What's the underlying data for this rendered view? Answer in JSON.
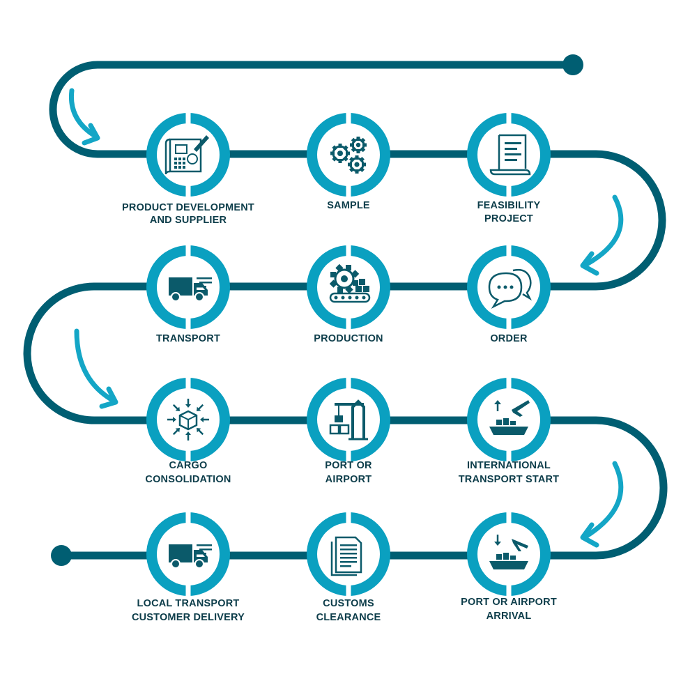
{
  "colors": {
    "track": "#005e72",
    "ring": "#0aa0c0",
    "arrow": "#14a6c6",
    "icon": "#0b5a6a",
    "label": "#0d3d4a",
    "background": "#ffffff"
  },
  "steps": [
    {
      "lines": [
        "PRODUCT DEVELOPMENT",
        "AND SUPPLIER"
      ],
      "icon": "blueprint-icon"
    },
    {
      "lines": [
        "SAMPLE"
      ],
      "icon": "gears-icon"
    },
    {
      "lines": [
        "FEASIBILITY",
        "PROJECT"
      ],
      "icon": "document-scroll-icon"
    },
    {
      "lines": [
        "ORDER"
      ],
      "icon": "chat-bubbles-icon"
    },
    {
      "lines": [
        "PRODUCTION"
      ],
      "icon": "gear-conveyor-icon"
    },
    {
      "lines": [
        "TRANSPORT"
      ],
      "icon": "delivery-truck-icon"
    },
    {
      "lines": [
        "CARGO",
        "CONSOLIDATION"
      ],
      "icon": "cargo-box-arrows-icon"
    },
    {
      "lines": [
        "PORT OR",
        "AIRPORT"
      ],
      "icon": "port-crane-icon"
    },
    {
      "lines": [
        "INTERNATIONAL",
        "TRANSPORT START"
      ],
      "icon": "ship-plane-departure-icon"
    },
    {
      "lines": [
        "PORT OR AIRPORT",
        "ARRIVAL"
      ],
      "icon": "ship-plane-arrival-icon"
    },
    {
      "lines": [
        "CUSTOMS",
        "CLEARANCE"
      ],
      "icon": "documents-icon"
    },
    {
      "lines": [
        "LOCAL TRANSPORT",
        "CUSTOMER DELIVERY"
      ],
      "icon": "delivery-truck-icon"
    }
  ]
}
